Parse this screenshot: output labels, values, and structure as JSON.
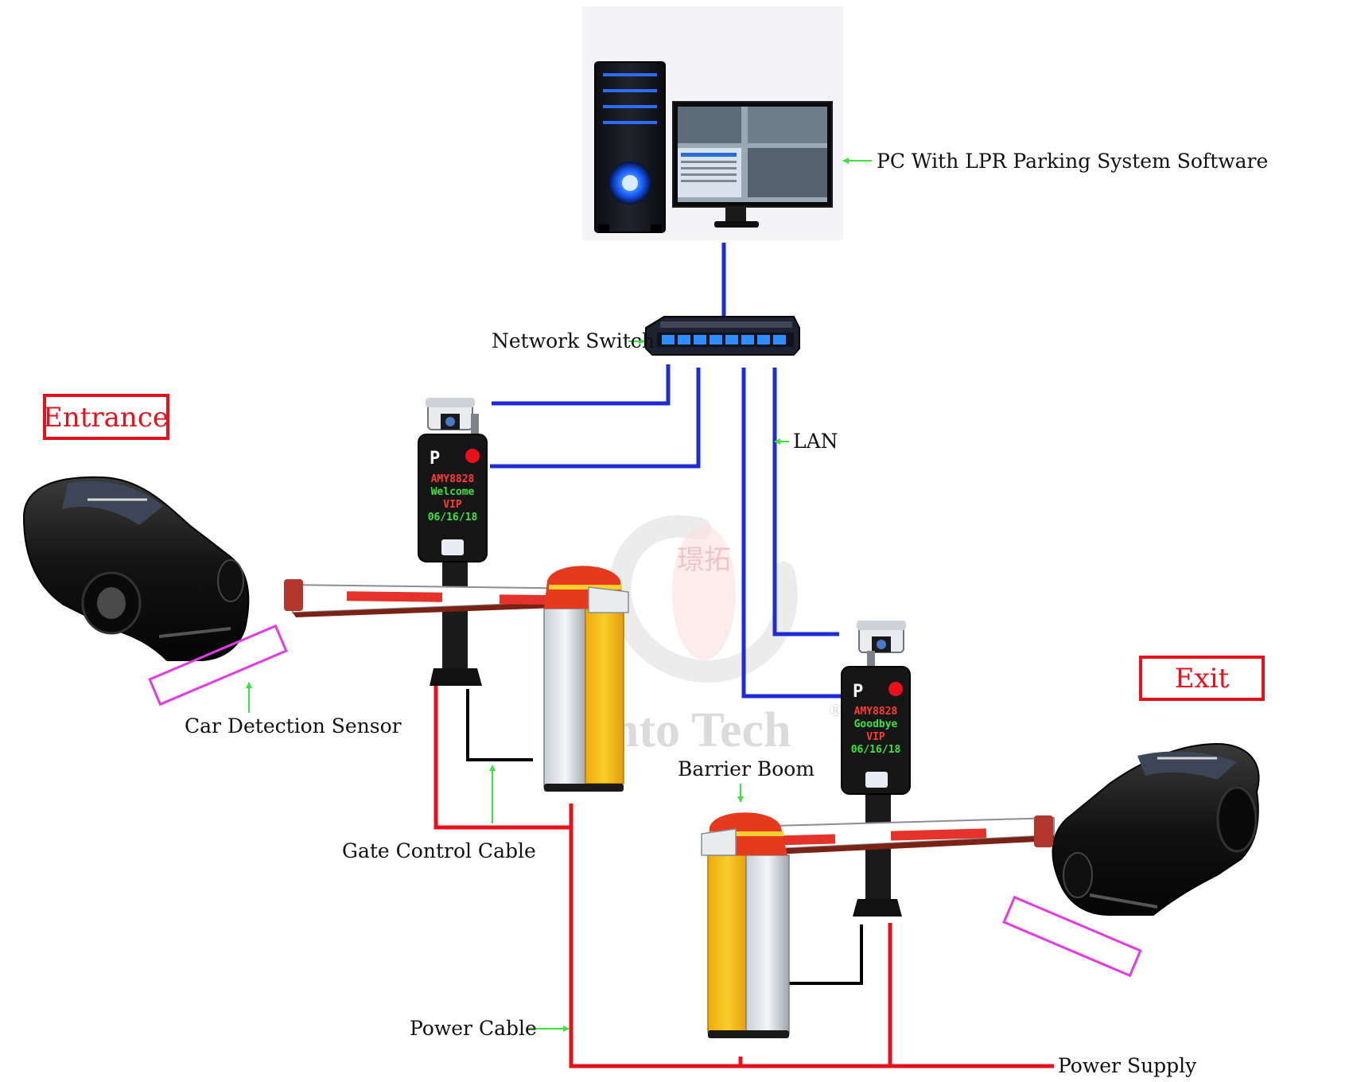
{
  "colors": {
    "lan": "#1f2bd6",
    "power": "#e8101a",
    "control": "#000000",
    "arrow": "#3ee23e",
    "tag": "#e8101a",
    "sensor": "#e23ae6",
    "barrier_yellow": "#f6c11b",
    "boom_stripe": "#e5322b"
  },
  "tags": {
    "entrance": "Entrance",
    "exit": "Exit"
  },
  "labels": {
    "pc": "PC With LPR Parking System Software",
    "network_switch": "Network Switch",
    "lan": "LAN",
    "car_detection_sensor": "Car Detection Sensor",
    "gate_control_cable": "Gate Control Cable",
    "barrier_boom": "Barrier Boom",
    "power_cable": "Power Cable",
    "power_supply": "Power Supply"
  },
  "entrance_display": {
    "p": "P",
    "plate": "AMY8828",
    "message": "Welcome",
    "type": "VIP",
    "date": "06/16/18"
  },
  "exit_display": {
    "p": "P",
    "plate": "AMY8828",
    "message": "Goodbye",
    "type": "VIP",
    "date": "06/16/18"
  },
  "watermark": {
    "text": "Zento Tech",
    "mark": "®",
    "seal": "璟拓"
  },
  "icons": [
    "computer-tower-icon",
    "monitor-icon",
    "network-switch-icon",
    "lpr-camera-icon",
    "barrier-gate-icon",
    "car-icon"
  ]
}
